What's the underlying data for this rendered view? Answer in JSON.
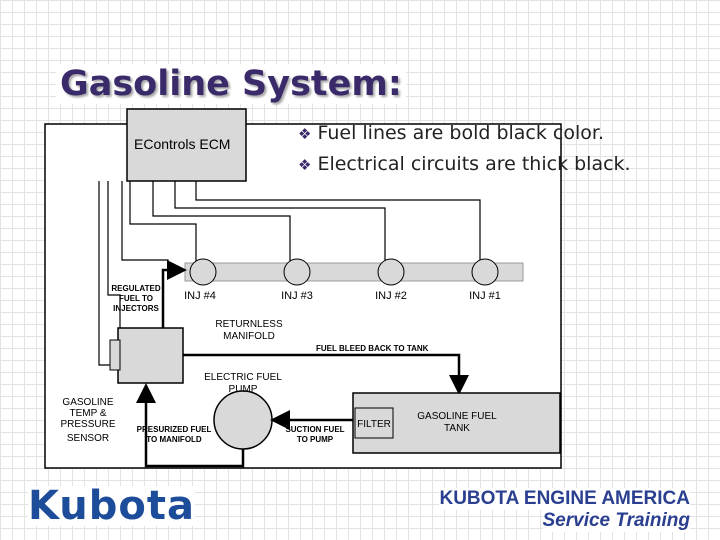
{
  "title": "Gasoline System:",
  "bullets": [
    "Fuel lines are bold black color.",
    "Electrical circuits are thick black."
  ],
  "diagram": {
    "ecm_label": "EControls ECM",
    "injectors": [
      "INJ #4",
      "INJ #3",
      "INJ #2",
      "INJ #1"
    ],
    "regulated_label": [
      "REGULATED",
      "FUEL TO",
      "INJECTORS"
    ],
    "manifold_label": [
      "RETURNLESS",
      "MANIFOLD"
    ],
    "bleed_label": "FUEL BLEED BACK TO TANK",
    "pump_label": [
      "ELECTRIC FUEL",
      "PUMP"
    ],
    "sensor_label": [
      "GASOLINE",
      "TEMP &",
      "PRESSURE",
      "SENSOR"
    ],
    "pressurized_label": [
      "PRESURIZED FUEL",
      "TO MANIFOLD"
    ],
    "suction_label": [
      "SUCTION FUEL",
      "TO PUMP"
    ],
    "filter_label": "FILTER",
    "tank_label": [
      "GASOLINE FUEL",
      "TANK"
    ]
  },
  "footer": {
    "company": "KUBOTA ENGINE AMERICA",
    "subtitle": "Service Training",
    "logo": "Kubota"
  },
  "colors": {
    "title": "#3a2a6a",
    "footer": "#2a3f8f",
    "logo": "#1d4c9a"
  }
}
